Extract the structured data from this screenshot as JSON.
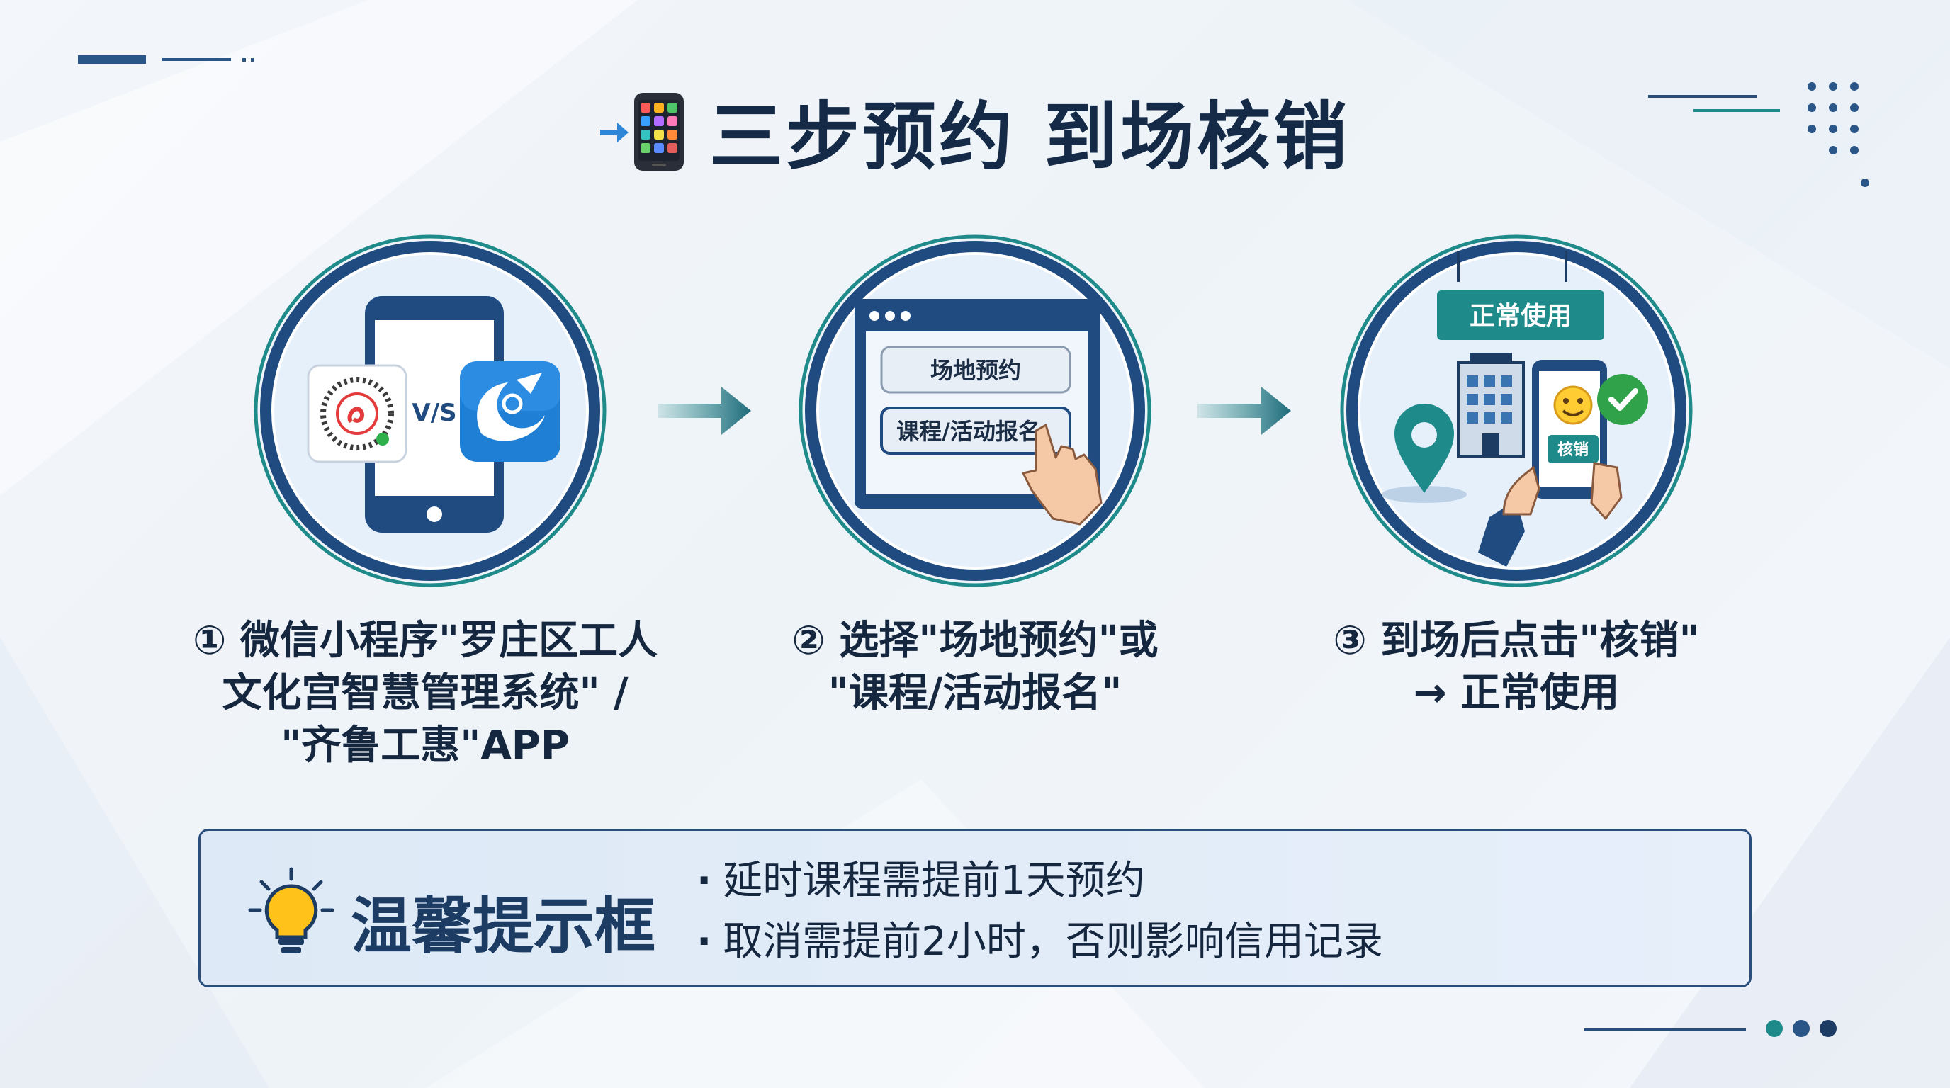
{
  "title": "三步预约 到场核销",
  "icons": {
    "title": "mobile-phone-icon",
    "tip": "light-bulb-icon"
  },
  "colors": {
    "navy": "#1d3c63",
    "teal": "#1f8a8a",
    "ringBlue": "#1f4b80"
  },
  "step1": {
    "vs_label": "V/S",
    "text_lines": [
      "① 微信小程序\"罗庄区工人",
      "文化宫智慧管理系统\" /",
      "\"齐鲁工惠\"APP"
    ]
  },
  "step2": {
    "button1": "场地预约",
    "button2": "课程/活动报名",
    "text_lines": [
      "② 选择\"场地预约\"或",
      "\"课程/活动报名\""
    ]
  },
  "step3": {
    "sign": "正常使用",
    "verify_label": "核销",
    "text_lines": [
      "③ 到场后点击\"核销\"",
      "→ 正常使用"
    ]
  },
  "tip": {
    "title": "温馨提示框",
    "items": [
      "延时课程需提前1天预约",
      "取消需提前2小时，否则影响信用记录"
    ]
  }
}
